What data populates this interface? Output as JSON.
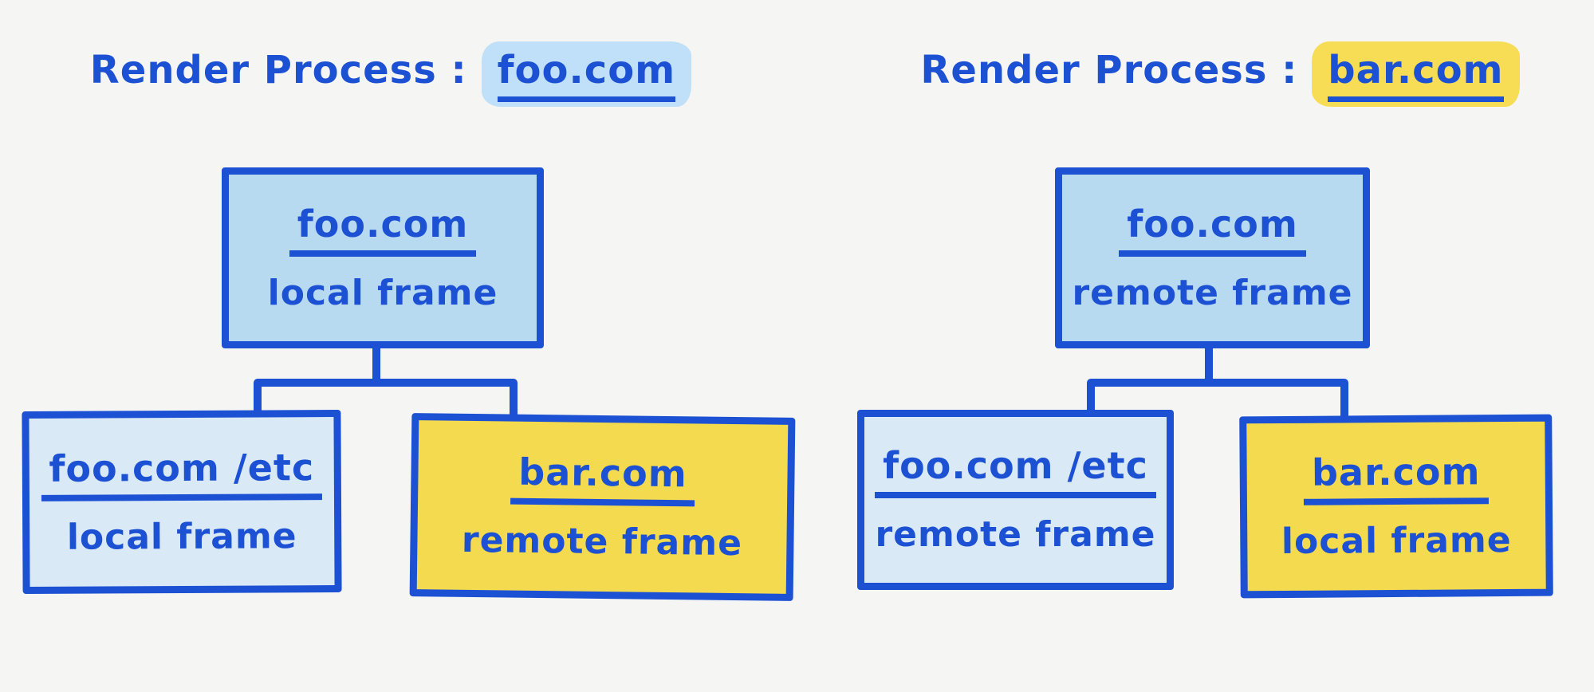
{
  "colors": {
    "background": "#f5f5f3",
    "ink": "#1d51d3",
    "blue_fill_root": "#b7daf1",
    "blue_fill_child": "#d9e9f6",
    "yellow_fill": "#f4da4e",
    "highlight_blue": "#bfe0f8",
    "highlight_yellow": "#f7dd55"
  },
  "trees": [
    {
      "title_prefix": "Render Process :",
      "title_domain": "foo.com",
      "title_highlight": "blue",
      "root": {
        "domain": "foo.com",
        "frame": "local frame",
        "fill": "blue"
      },
      "children": [
        {
          "domain": "foo.com /etc",
          "frame": "local frame",
          "fill": "blue"
        },
        {
          "domain": "bar.com",
          "frame": "remote frame",
          "fill": "yellow"
        }
      ]
    },
    {
      "title_prefix": "Render Process :",
      "title_domain": "bar.com",
      "title_highlight": "yellow",
      "root": {
        "domain": "foo.com",
        "frame": "remote frame",
        "fill": "blue"
      },
      "children": [
        {
          "domain": "foo.com /etc",
          "frame": "remote frame",
          "fill": "blue"
        },
        {
          "domain": "bar.com",
          "frame": "local frame",
          "fill": "yellow"
        }
      ]
    }
  ]
}
